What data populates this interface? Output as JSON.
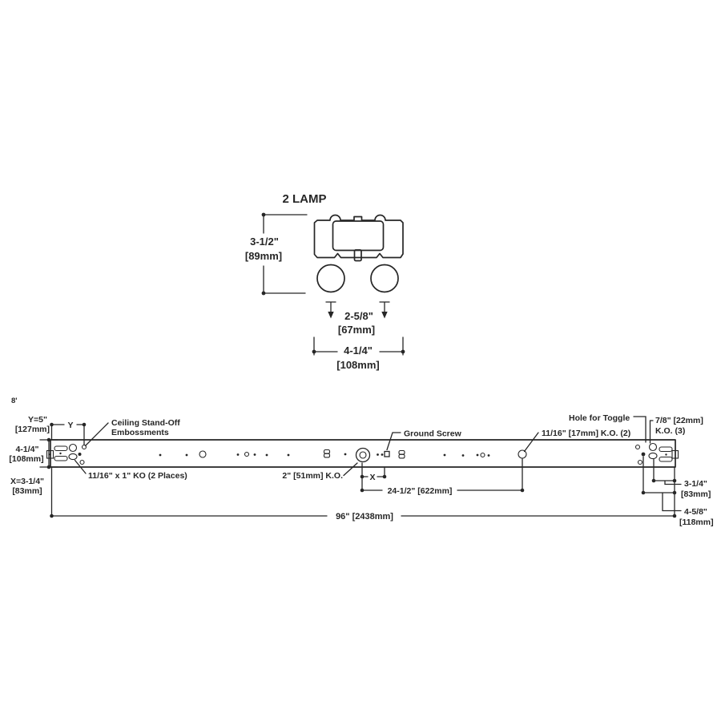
{
  "drawing": {
    "title": "2 LAMP",
    "feet": "8'"
  },
  "colors": {
    "ink": "#262626",
    "background": "#ffffff"
  },
  "cross_section": {
    "height": {
      "in": "3-1/2\"",
      "mm": "[89mm]"
    },
    "lamp_spacing": {
      "in": "2-5/8\"",
      "mm": "[67mm]"
    },
    "width": {
      "in": "4-1/4\"",
      "mm": "[108mm]"
    }
  },
  "plan": {
    "y_legend": {
      "in": "Y=5\"",
      "mm": "[127mm]"
    },
    "y_symbol": "Y",
    "width": {
      "in": "4-1/4\"",
      "mm": "[108mm]"
    },
    "x_legend": {
      "in": "X=3-1/4\"",
      "mm": "[83mm]"
    },
    "x_symbol": "X",
    "callout_standoff": {
      "line1": "Ceiling Stand-Off",
      "line2": "Embossments"
    },
    "callout_ko_oval": "11/16\" x 1\" KO (2 Places)",
    "callout_ko_2in": "2\" [51mm] K.O.",
    "callout_ground_screw": "Ground Screw",
    "callout_ko_11_16": "11/16\" [17mm] K.O. (2)",
    "callout_toggle": "Hole for Toggle",
    "callout_ko_7_8": {
      "line1": "7/8\" [22mm]",
      "line2": "K.O. (3)"
    },
    "dim_ko_spacing": "24-1/2\" [622mm]",
    "dim_right_ko": {
      "in": "3-1/4\"",
      "mm": "[83mm]"
    },
    "dim_right_toggle": {
      "in": "4-5/8\"",
      "mm": "[118mm]"
    },
    "dim_length": "96\" [2438mm]"
  }
}
